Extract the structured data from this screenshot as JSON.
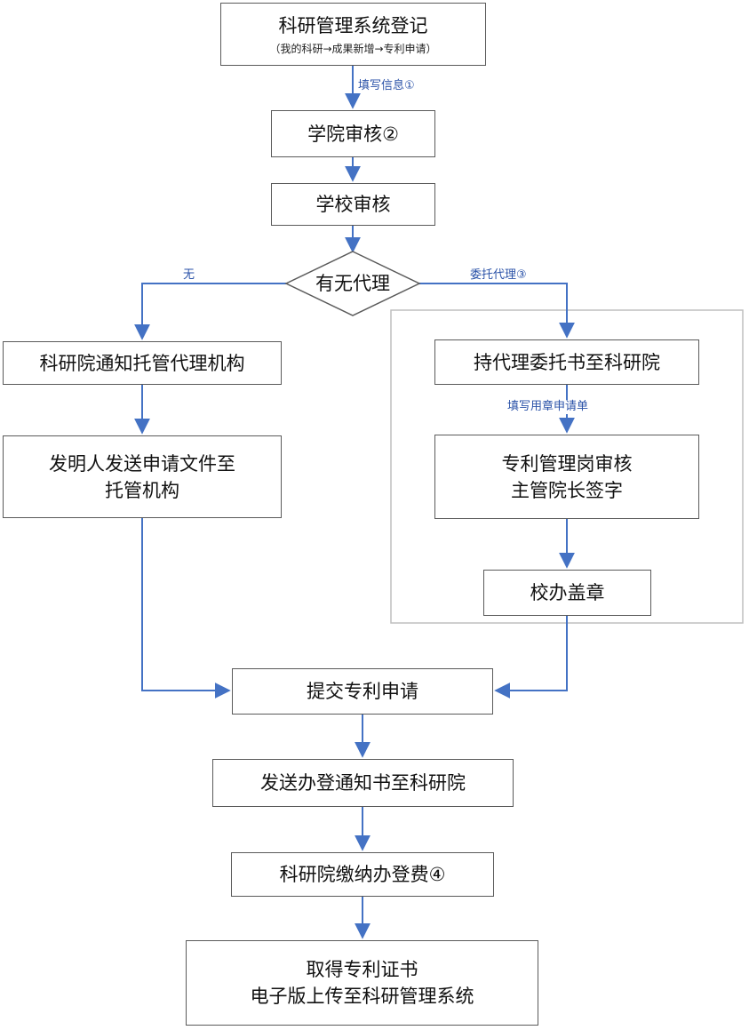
{
  "steps": {
    "register": {
      "title": "科研管理系统登记",
      "sub": "（我的科研→成果新增→专利申请）"
    },
    "college_review": "学院审核②",
    "school_review": "学校审核",
    "decision": "有无代理",
    "notify_agency": "科研院通知托管代理机构",
    "inventor_send": {
      "line1": "发明人发送申请文件至",
      "line2": "托管机构"
    },
    "bring_entrust": "持代理委托书至科研院",
    "patent_review": {
      "line1": "专利管理岗审核",
      "line2": "主管院长签字"
    },
    "office_seal": "校办盖章",
    "submit": "提交专利申请",
    "send_notice": "发送办登通知书至科研院",
    "pay_fee": "科研院缴纳办登费④",
    "certificate": {
      "line1": "取得专利证书",
      "line2": "电子版上传至科研管理系统"
    }
  },
  "labels": {
    "fill_info": "填写信息①",
    "no": "无",
    "entrust": "委托代理③",
    "fill_seal_form": "填写用章申请单"
  },
  "colors": {
    "arrow": "#4472c4",
    "border": "#5a5a5a",
    "group_border": "#bfbfbf"
  }
}
